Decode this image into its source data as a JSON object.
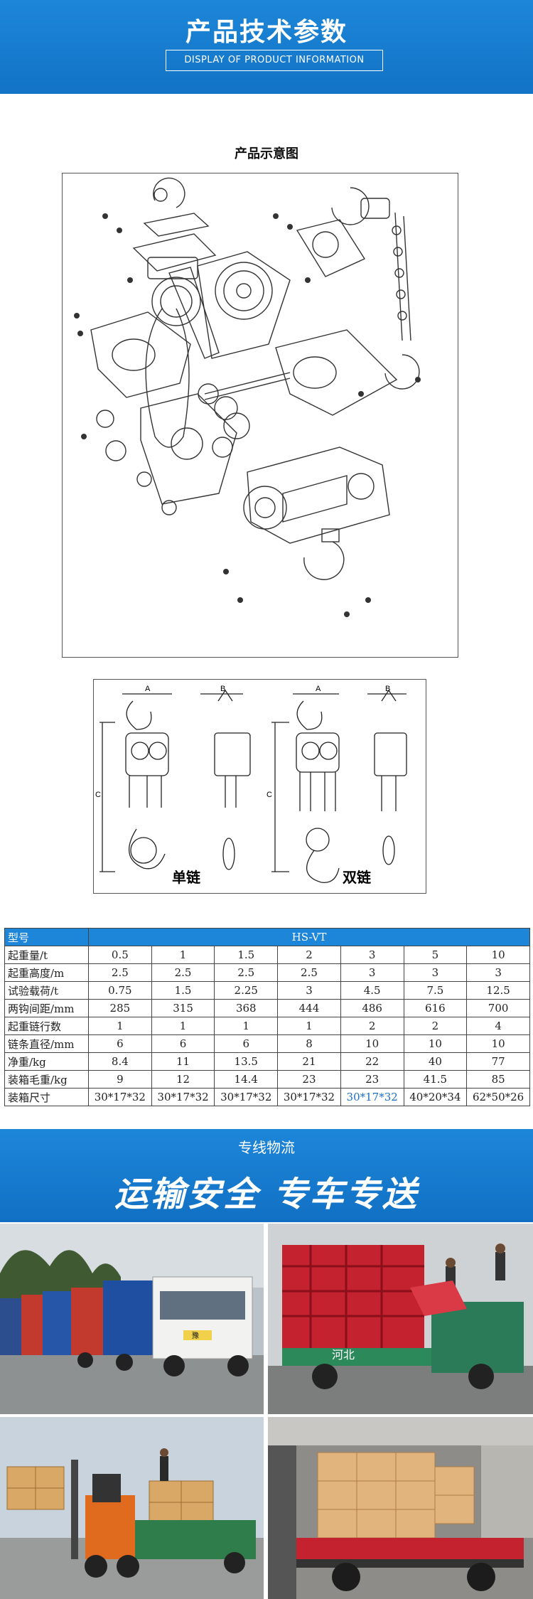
{
  "header": {
    "title": "产品技术参数",
    "subtitle": "DISPLAY OF PRODUCT INFORMATION"
  },
  "diagram": {
    "title": "产品示意图",
    "dim_a": "A",
    "dim_b": "B",
    "dim_c": "C",
    "single_chain": "单链",
    "double_chain": "双链"
  },
  "spec_table": {
    "model_label": "型号",
    "model_value": "HS-VT",
    "rows": [
      {
        "label": "起重量/t",
        "values": [
          "0.5",
          "1",
          "1.5",
          "2",
          "3",
          "5",
          "10"
        ]
      },
      {
        "label": "起重高度/m",
        "values": [
          "2.5",
          "2.5",
          "2.5",
          "2.5",
          "3",
          "3",
          "3"
        ]
      },
      {
        "label": "试验载荷/t",
        "values": [
          "0.75",
          "1.5",
          "2.25",
          "3",
          "4.5",
          "7.5",
          "12.5"
        ]
      },
      {
        "label": "两钩间距/mm",
        "values": [
          "285",
          "315",
          "368",
          "444",
          "486",
          "616",
          "700"
        ]
      },
      {
        "label": "起重链行数",
        "values": [
          "1",
          "1",
          "1",
          "1",
          "2",
          "2",
          "4"
        ]
      },
      {
        "label": "链条直径/mm",
        "values": [
          "6",
          "6",
          "6",
          "8",
          "10",
          "10",
          "10"
        ]
      },
      {
        "label": "净重/kg",
        "values": [
          "8.4",
          "11",
          "13.5",
          "21",
          "22",
          "40",
          "77"
        ]
      },
      {
        "label": "装箱毛重/kg",
        "values": [
          "9",
          "12",
          "14.4",
          "23",
          "23",
          "41.5",
          "85"
        ]
      },
      {
        "label": "装箱尺寸",
        "values": [
          "30*17*32",
          "30*17*32",
          "30*17*32",
          "30*17*32",
          "30*17*32",
          "40*20*34",
          "62*50*26"
        ]
      }
    ]
  },
  "logistics": {
    "subtitle": "专线物流",
    "title": "运输安全 专车专送"
  },
  "photos": {
    "truck_plate_1": "豫",
    "truck_sign": "河北"
  }
}
